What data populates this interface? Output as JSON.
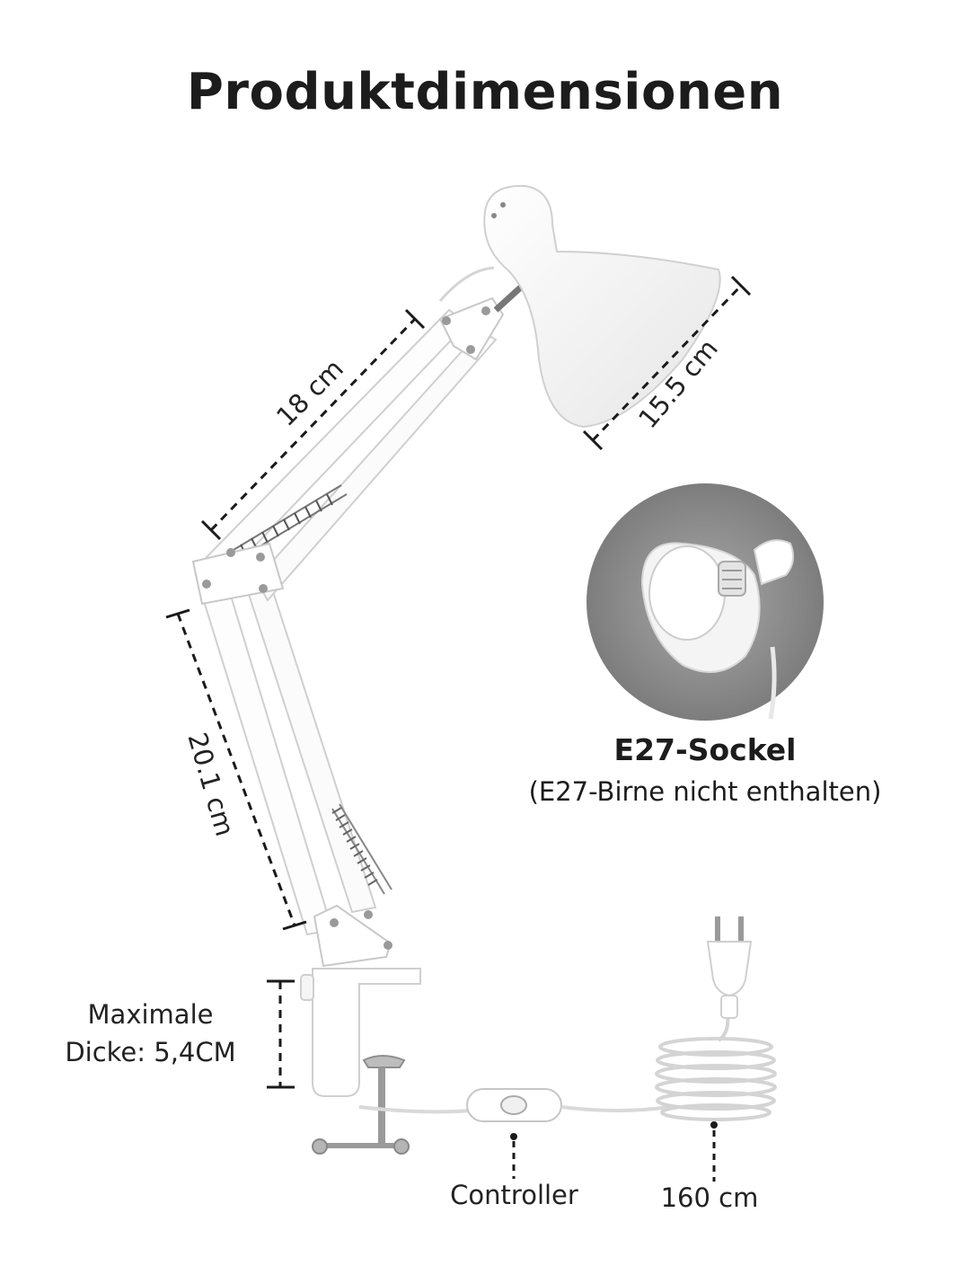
{
  "title": "Produktdimensionen",
  "dimensions": {
    "upper_arm": "18 cm",
    "shade": "15.5 cm",
    "lower_arm": "20.1 cm",
    "max_thickness": [
      "Maximale",
      "Dicke: 5,4CM"
    ],
    "cable": "160 cm"
  },
  "socket": {
    "title": "E27-Sockel",
    "note": "(E27-Birne nicht enthalten)"
  },
  "controller_label": "Controller",
  "colors": {
    "lamp": "#ffffff",
    "outline": "#cfcfcf",
    "dash": "#1a1a1a",
    "circle_bg": "#8e8e8e"
  }
}
